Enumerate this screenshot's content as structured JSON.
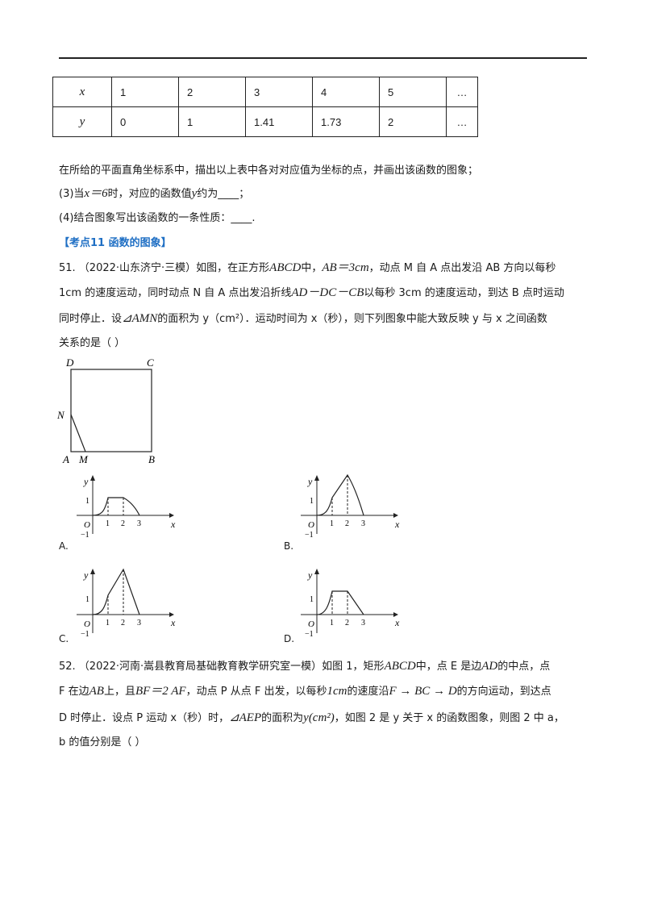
{
  "table": {
    "row_x": {
      "header": "x",
      "values": [
        "1",
        "2",
        "3",
        "4",
        "5",
        "…"
      ]
    },
    "row_y": {
      "header": "y",
      "values": [
        "0",
        "1",
        "1.41",
        "1.73",
        "2",
        "…"
      ]
    }
  },
  "q_prev": {
    "line1": "在所给的平面直角坐标系中，描出以上表中各对对应值为坐标的点，并画出该函数的图象；",
    "p3_a": "(3)当",
    "p3_m": "x＝6",
    "p3_b": "时，对应的函数值",
    "p3_m2": "y",
    "p3_c": "约为____；",
    "p4": "(4)结合图象写出该函数的一条性质：____."
  },
  "section": "【考点11  函数的图象】",
  "q51": {
    "l1_a": "51.  （2022·山东济宁·三模）如图，在正方形",
    "l1_m": "ABCD",
    "l1_b": "中，",
    "l1_m2": "AB＝3cm",
    "l1_c": "，动点 M 自 A 点出发沿 AB 方向以每秒",
    "l2_a": "1cm 的速度运动，同时动点 N 自 A 点出发沿折线",
    "l2_m": "AD－DC－CB",
    "l2_b": "以每秒 3cm 的速度运动，到达 B 点时运动",
    "l3_a": "同时停止．设",
    "l3_m": "⊿AMN",
    "l3_b": "的面积为 y（cm²）．运动时间为 x（秒），则下列图象中能大致反映 y 与 x 之间函数",
    "l4": "关系的是（      ）",
    "fig": {
      "D": "D",
      "C": "C",
      "N": "N",
      "A": "A",
      "M": "M",
      "B": "B"
    },
    "options": [
      "A.",
      "B.",
      "C.",
      "D."
    ],
    "graph_labels": {
      "y": "y",
      "x": "x",
      "o": "O",
      "one": "1",
      "neg1": "−1",
      "t1": "1",
      "t2": "2",
      "t3": "3"
    }
  },
  "q52": {
    "l1_a": "52.  （2022·河南·嵩县教育局基础教育教学研究室一模）如图 1，矩形",
    "l1_m": "ABCD",
    "l1_b": "中，点 E 是边",
    "l1_m2": "AD",
    "l1_c": "的中点，点",
    "l2_a": "F 在边",
    "l2_m": "AB",
    "l2_b": "上，且",
    "l2_m2": "BF＝2 AF",
    "l2_c": "，动点 P 从点 F 出发，以每秒",
    "l2_m3": "1cm",
    "l2_d": "的速度沿",
    "l2_m4": "F → BC → D",
    "l2_e": "的方向运动，到达点",
    "l3_a": "D 时停止．设点 P 运动 x（秒）时，",
    "l3_m": "⊿AEP",
    "l3_b": "的面积为",
    "l3_m2": "y(cm²)",
    "l3_c": "，如图 2 是 y 关于 x 的函数图象，则图 2 中 a，",
    "l4": "b 的值分别是（      ）"
  }
}
